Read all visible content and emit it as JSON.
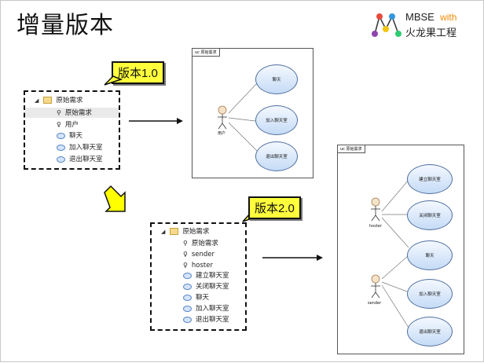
{
  "slide_title": "增量版本",
  "logo": {
    "brand": "MBSE",
    "with": "with",
    "company": "火龙果工程"
  },
  "callout_v1": "版本1.0",
  "callout_v2": "版本2.0",
  "tree_v1": {
    "root": "原始需求",
    "items": [
      {
        "label": "原始需求",
        "kind": "diagram"
      },
      {
        "label": "用户",
        "kind": "actor"
      },
      {
        "label": "聊天",
        "kind": "usecase"
      },
      {
        "label": "加入聊天室",
        "kind": "usecase"
      },
      {
        "label": "退出聊天室",
        "kind": "usecase"
      }
    ]
  },
  "tree_v2": {
    "root": "原始需求",
    "items": [
      {
        "label": "原始需求",
        "kind": "diagram"
      },
      {
        "label": "sender",
        "kind": "actor"
      },
      {
        "label": "hoster",
        "kind": "actor"
      },
      {
        "label": "建立聊天室",
        "kind": "usecase"
      },
      {
        "label": "关闭聊天室",
        "kind": "usecase"
      },
      {
        "label": "聊天",
        "kind": "usecase"
      },
      {
        "label": "加入聊天室",
        "kind": "usecase"
      },
      {
        "label": "退出聊天室",
        "kind": "usecase"
      }
    ]
  },
  "diagram_v1": {
    "frame_label": "uc 原始需求",
    "actor": "用户",
    "usecases": [
      "聊天",
      "加入聊天室",
      "退出聊天室"
    ]
  },
  "diagram_v2": {
    "frame_label": "uc 原始需求",
    "actors": [
      "hoster",
      "sender"
    ],
    "usecases": [
      "建立聊天室",
      "关闭聊天室",
      "聊天",
      "加入聊天室",
      "退出聊天室"
    ]
  }
}
